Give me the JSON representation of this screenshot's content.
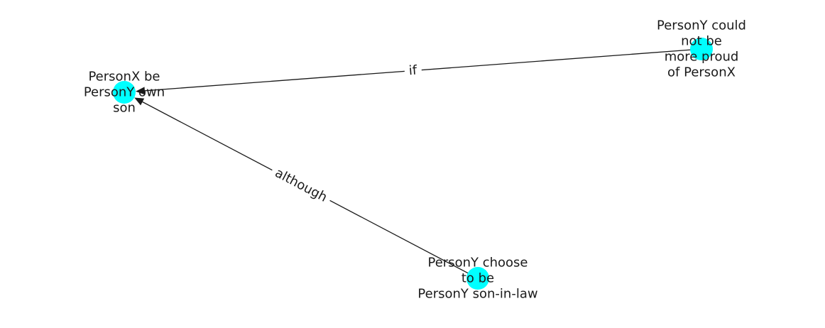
{
  "diagram": {
    "node_color": "#00ffff",
    "edge_color": "#1a1a1a",
    "nodes": [
      {
        "id": "n1",
        "lines": [
          "PersonX be",
          "PersonY own",
          "son"
        ]
      },
      {
        "id": "n2",
        "lines": [
          "PersonY could",
          "not be",
          "more proud",
          "of PersonX"
        ]
      },
      {
        "id": "n3",
        "lines": [
          "PersonY choose",
          "to be",
          "PersonY son-in-law"
        ]
      }
    ],
    "edges": [
      {
        "from": "n2",
        "to": "n1",
        "label": "if"
      },
      {
        "from": "n3",
        "to": "n1",
        "label": "although"
      }
    ]
  }
}
